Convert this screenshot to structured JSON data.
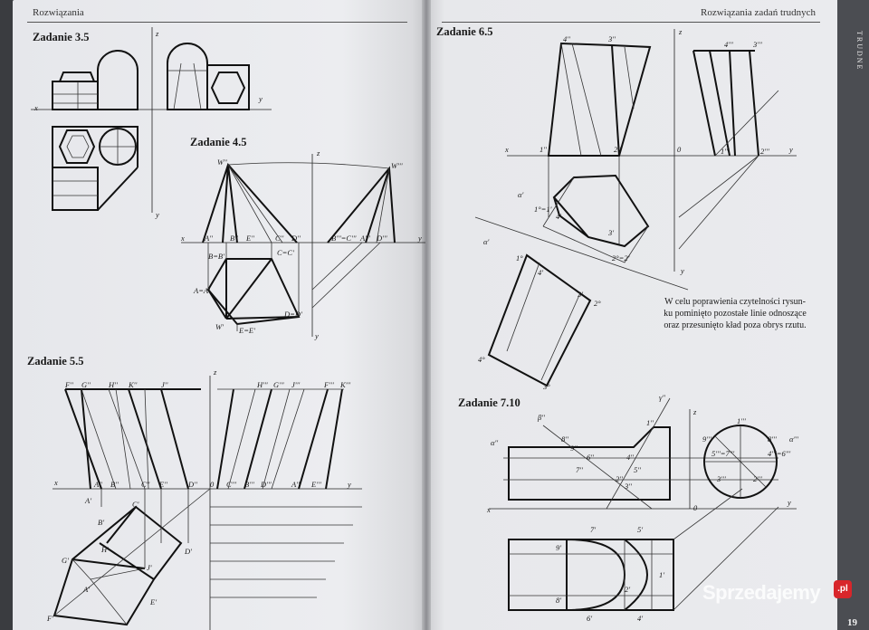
{
  "left_page": {
    "running_head": "Rozwiązania",
    "headings": {
      "z35": "Zadanie 3.5",
      "z45": "Zadanie 4.5",
      "z55": "Zadanie 5.5"
    }
  },
  "right_page": {
    "running_head": "Rozwiązania zadań trudnych",
    "headings": {
      "z65": "Zadanie 6.5",
      "z710": "Zadanie 7.10"
    },
    "caption_lines": [
      "W celu poprawienia czytelności rysun-",
      "ku pominięto pozostałe linie odnoszące",
      "oraz przesunięto kład poza obrys rzutu."
    ],
    "thumb_tab": "TRUDNE",
    "page_number": "19"
  },
  "watermark": {
    "text": "Sprzedajemy",
    "badge": ".pl"
  },
  "labels": {
    "z": "z",
    "x": "x",
    "y": "y",
    "zero": "0",
    "W2": "W''",
    "W3": "W'''",
    "A2": "A''",
    "B2": "B''",
    "E2": "E''",
    "C2": "C''",
    "D2": "D''",
    "B3C3": "B'''=C'''",
    "A3": "A'''",
    "D3": "D'''",
    "BB": "B=B'",
    "CC": "C=C'",
    "AA": "A=A'",
    "DD": "D=D'",
    "EE": "E=E'",
    "W1": "W'",
    "F2": "F''",
    "G2": "G''",
    "H2": "H''",
    "K2": "K''",
    "J2": "J''",
    "H3": "H'''",
    "G3": "G'''",
    "J3": "J'''",
    "F3": "F'''",
    "K3": "K'''",
    "A2b": "A''",
    "B2b": "B''",
    "C2b": "C''",
    "E2b": "E''",
    "D2b": "D''",
    "C3b": "C'''",
    "B3b": "B'''",
    "D3b": "D'''",
    "A3b": "A'''",
    "E3b": "E'''",
    "A1": "A'",
    "C1": "C'",
    "B1": "B'",
    "H1": "H'",
    "D1": "D'",
    "G1": "G'",
    "J1": "J'",
    "E1": "E'",
    "F1": "F'",
    "A1b": "A'",
    "p4a": "4''",
    "p3a": "3''",
    "p4b": "4'''",
    "p3b": "3'''",
    "p1a": "1''",
    "p2a": "2''",
    "p1b": "1'''",
    "p2b": "2'''",
    "alpha1": "α'",
    "alpha1b": "α'",
    "p11": "1°=1'",
    "p4_": "4'",
    "p3_": "3'",
    "p22": "2°=2'",
    "q1": "1°",
    "q4": "4'",
    "q3": "3'",
    "q2": "2°",
    "q4b": "4°",
    "q3b": "3°",
    "gamma": "γ''",
    "beta": "β''",
    "alpha2": "α''",
    "alpha3": "α'''",
    "r8": "8''",
    "r9": "9''",
    "r6": "6''",
    "r7": "7''",
    "r4": "4''",
    "r5": "5''",
    "r2": "2''",
    "r3": "3''",
    "r1": "1''",
    "s1": "1'''",
    "s9": "9'''",
    "s8": "8'''",
    "s57": "5'''=7'''",
    "s46": "4'''=6'''",
    "s3": "3'''",
    "s2": "2'''",
    "t7": "7'",
    "t5": "5'",
    "t9": "9'",
    "t1": "1'",
    "t8": "8'",
    "t2": "2'",
    "t6": "6'",
    "t4": "4'"
  }
}
